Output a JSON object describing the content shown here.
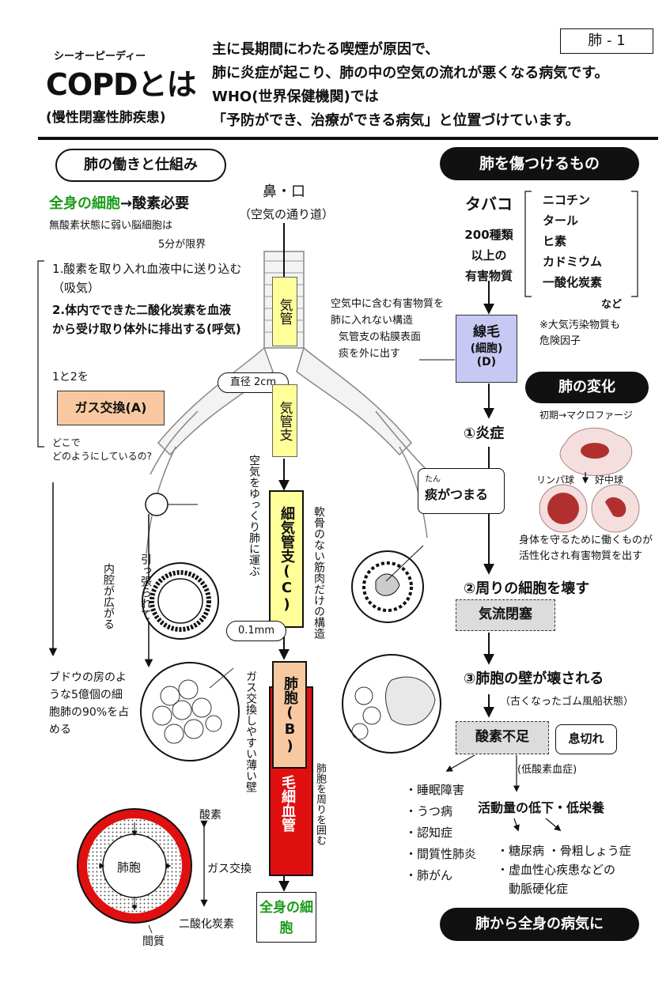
{
  "header": {
    "kana": "シーオーピーディー",
    "title": "COPDとは",
    "subtitle": "(慢性閉塞性肺疾患)",
    "lines": [
      "主に長期間にわたる喫煙が原因で、",
      "肺に炎症が起こり、肺の中の空気の流れが悪くなる病気です。",
      "WHO(世界保健機関)では",
      "「予防ができ、治療ができる病気」と位置づけています。"
    ],
    "page_tag": "肺 - 1"
  },
  "left": {
    "heading": "肺の働きと仕組み",
    "cells_green": "全身の細胞",
    "cells_rest": "→酸素必要",
    "brain_1": "無酸素状態に弱い脳細胞は",
    "brain_2": "5分が限界",
    "func1": "1.酸素を取り入れ血液中に送り込む（吸気）",
    "func2": "2.体内でできた二酸化炭素を血液から受け取り体外に排出する(呼気)",
    "one_two": "1と2を",
    "gas_exchange": "ガス交換(A)",
    "where_1": "どこで",
    "where_2": "どのようにしているの?",
    "pull": "引っ張られて",
    "lumen": "内腔が広がる",
    "grape": "ブドウの房のような5億個の細胞肺の90%を占める"
  },
  "center": {
    "nose": "鼻・口",
    "airway": "（空気の通り道）",
    "trachea": "気管",
    "diameter": "直径 2cm",
    "bronchus": "気管支",
    "slow_air": "空気をゆっくり肺に運ぶ",
    "bronchiole": "細気管支(C)",
    "no_cartilage": "軟骨のない筋肉だけの構造",
    "tenth_mm": "0.1mm",
    "alveolus": "肺胞(B)",
    "thin_wall": "ガス交換しやすい薄い壁",
    "capillary": "毛細血管",
    "surround": "肺胞を周りを囲む",
    "whole_cells": "全身の細胞"
  },
  "bottom_left": {
    "oxygen": "酸素",
    "alveolus": "肺胞",
    "gas_exchange": "ガス交換",
    "co2": "二酸化炭素",
    "interstitium": "間質"
  },
  "right": {
    "heading": "肺を傷つけるもの",
    "tobacco": "タバコ",
    "harmful": [
      "200種類",
      "以上の",
      "有害物質"
    ],
    "substances": [
      "ニコチン",
      "タール",
      "ヒ素",
      "カドミウム",
      "一酸化炭素"
    ],
    "etc": "など",
    "cilia_desc": [
      "空気中に含む有害物質を",
      "肺に入れない構造",
      "気管支の粘膜表面",
      "痰を外に出す"
    ],
    "cilia": [
      "線毛",
      "(細胞)",
      "(D)"
    ],
    "pollution_1": "※大気汚染物質も",
    "pollution_2": "危険因子",
    "change_heading": "肺の変化",
    "early": "初期→マクロファージ",
    "lymph": "リンパ球",
    "neutrophil": "好中球",
    "defense_1": "身体を守るために働くものが",
    "defense_2": "活性化され有害物質を出す",
    "step1": "①炎症",
    "tan_ruby": "たん",
    "phlegm": "痰がつまる",
    "step2": "②周りの細胞を壊す",
    "obstruction": "気流閉塞",
    "step3": "③肺胞の壁が壊される",
    "balloon": "（古くなったゴム風船状態）",
    "hypoxia": "酸素不足",
    "breath": "息切れ",
    "hypoxemia": "(低酸素血症)",
    "diseases_left": [
      "・睡眠障害",
      "・うつ病",
      "・認知症",
      "・間質性肺炎",
      "・肺がん"
    ],
    "activity": "活動量の低下・低栄養",
    "diseases_right": [
      "・糖尿病 ・骨粗しょう症",
      "・虚血性心疾患などの",
      "　動脈硬化症"
    ],
    "footer": "肺から全身の病気に"
  },
  "colors": {
    "green": "#1a9a1a",
    "yellow": "#ffff99",
    "peach": "#f8c9a0",
    "red": "#e01010",
    "lavender": "#c8c8f4",
    "grey": "#dcdcdc"
  }
}
